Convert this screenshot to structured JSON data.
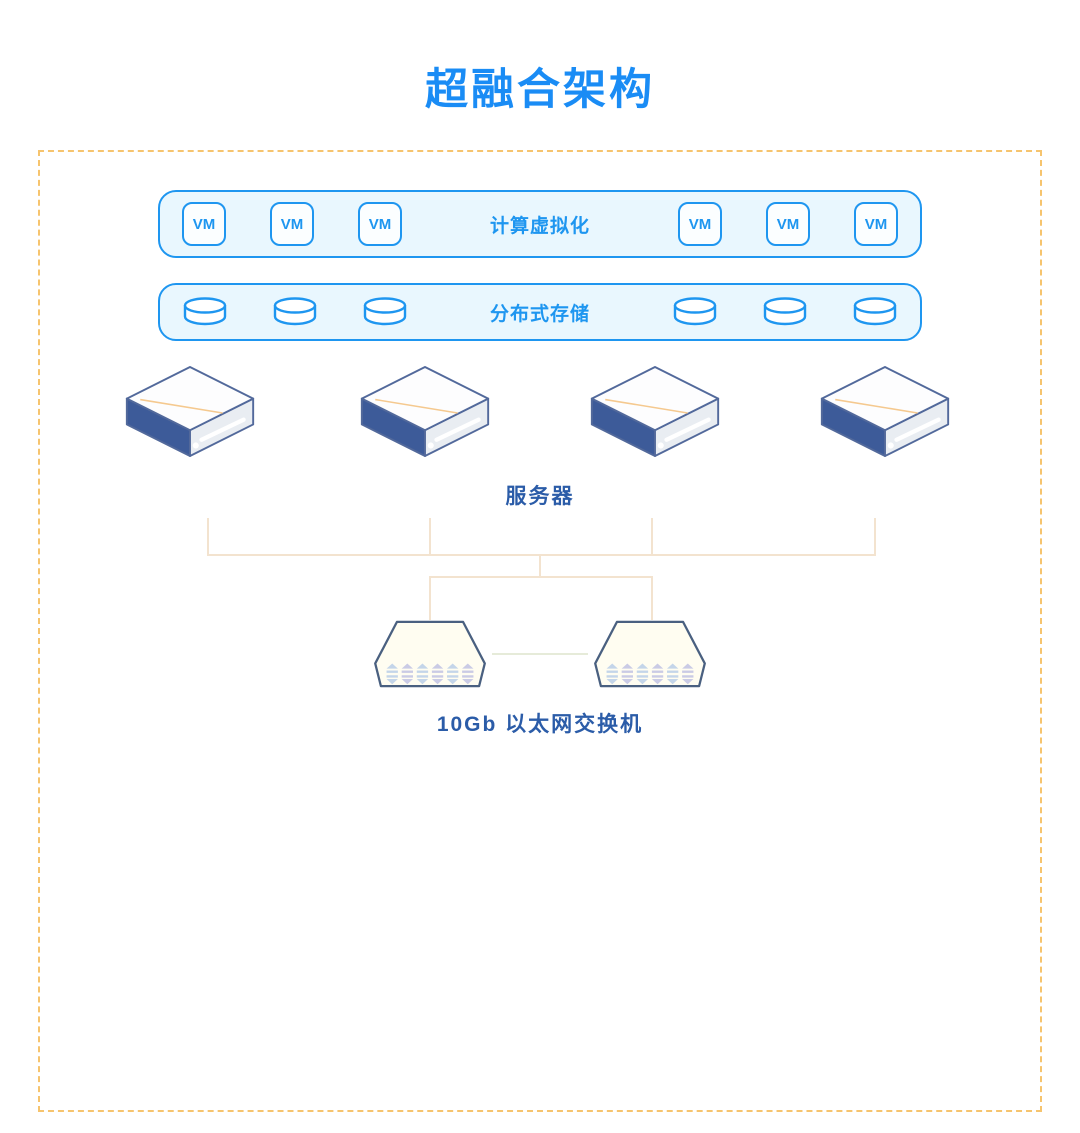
{
  "title": "超融合架构",
  "colors": {
    "title-blue": "#1A8CF5",
    "primary-blue": "#1E96F0",
    "row-fill": "#E9F7FE",
    "vm-fill": "#FBFEFF",
    "dark-label": "#2B5CA8",
    "dashed-border": "#F6C46E",
    "connector": "#F3E3CF",
    "switch-link": "#E6EBD9",
    "server-side": "#3D5B99",
    "server-front": "#E9EDF2",
    "server-stroke": "#52699B",
    "server-accent": "#F5C98F",
    "switch-fill": "#FFFDF1",
    "switch-stroke": "#4A6080",
    "port-blue": "#C4D5E9",
    "port-lavender": "#CACBE5"
  },
  "compute_layer": {
    "label": "计算虚拟化",
    "vm_label": "VM",
    "vm_count": 6
  },
  "storage_layer": {
    "label": "分布式存储",
    "disk_count": 6
  },
  "server_layer": {
    "label": "服务器",
    "count": 4
  },
  "switch_layer": {
    "label": "10Gb 以太网交换机",
    "count": 2,
    "port_columns": 6,
    "port_rows": 2
  }
}
